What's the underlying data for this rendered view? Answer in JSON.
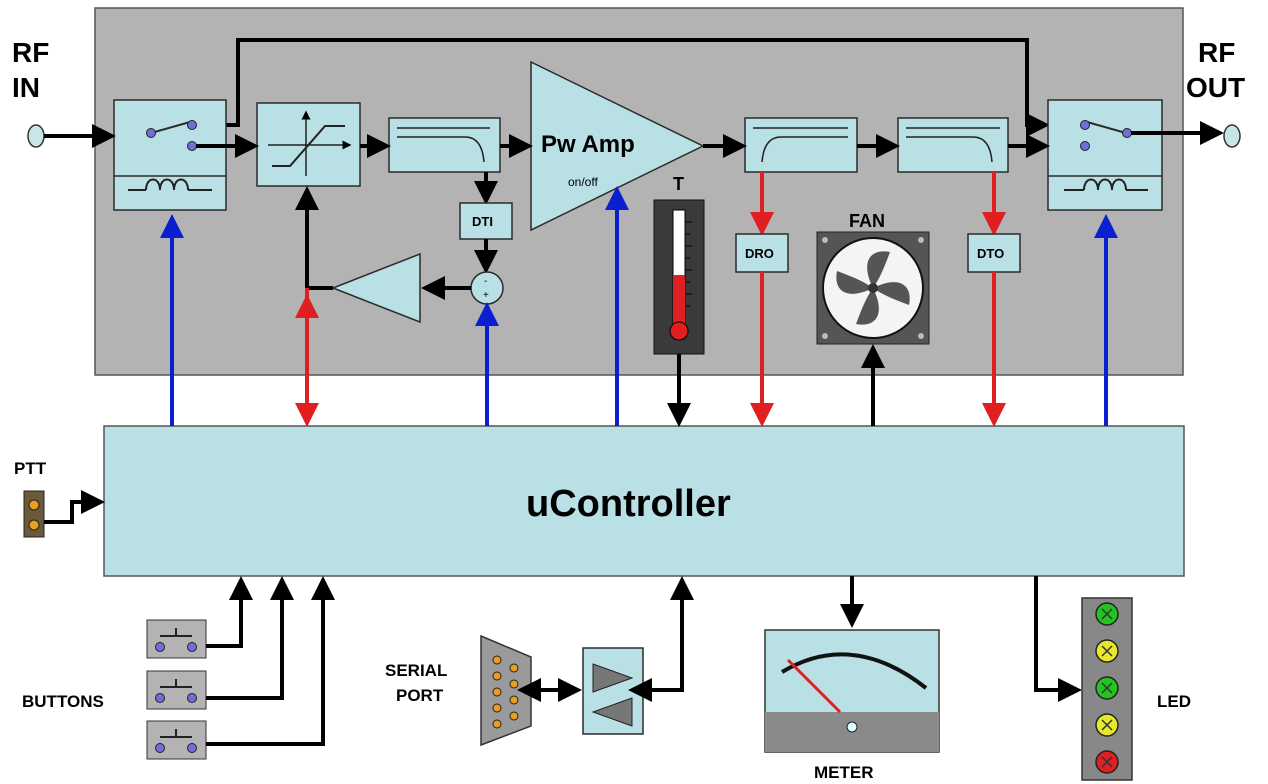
{
  "labels": {
    "rf_in_line1": "RF",
    "rf_in_line2": "IN",
    "rf_out_line1": "RF",
    "rf_out_line2": "OUT",
    "pw_amp": "Pw Amp",
    "pw_amp_sub": "on/off",
    "dti": "DTI",
    "dro": "DRO",
    "dto": "DTO",
    "thermo": "T",
    "fan": "FAN",
    "controller": "uController",
    "ptt": "PTT",
    "buttons": "BUTTONS",
    "serial_line1": "SERIAL",
    "serial_line2": "PORT",
    "meter": "METER",
    "led": "LED"
  },
  "colors": {
    "panel": "#b3b3b3",
    "block": "#b9e0e4",
    "control_signal": "#0a1fd0",
    "sense_signal": "#e02020",
    "rf_path": "#000000"
  },
  "led_colors": [
    "#22c422",
    "#e8e82a",
    "#22c422",
    "#e8e82a",
    "#e02020"
  ]
}
